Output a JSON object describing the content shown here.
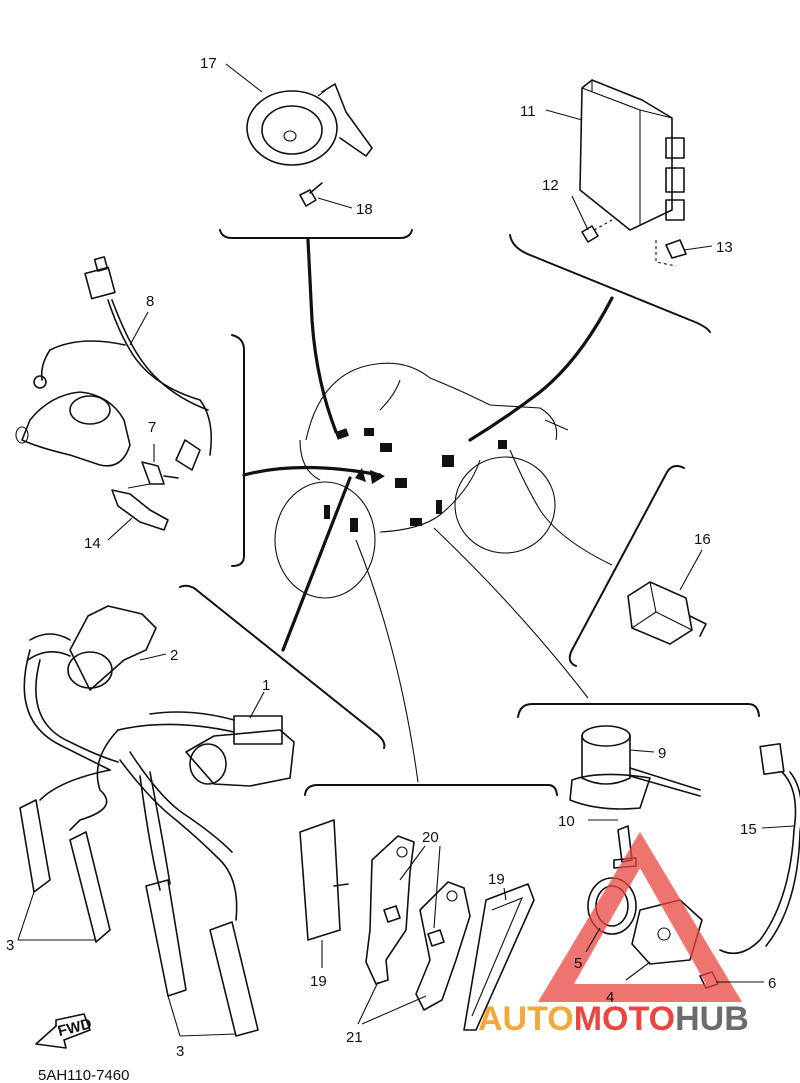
{
  "diagram": {
    "code": "5AH110-7460",
    "fwd_label": "FWD",
    "callouts": [
      {
        "id": "17",
        "text": "17"
      },
      {
        "id": "18",
        "text": "18"
      },
      {
        "id": "11",
        "text": "11"
      },
      {
        "id": "12",
        "text": "12"
      },
      {
        "id": "13",
        "text": "13"
      },
      {
        "id": "8",
        "text": "8"
      },
      {
        "id": "7",
        "text": "7"
      },
      {
        "id": "14",
        "text": "14"
      },
      {
        "id": "16",
        "text": "16"
      },
      {
        "id": "2",
        "text": "2"
      },
      {
        "id": "1",
        "text": "1"
      },
      {
        "id": "9",
        "text": "9"
      },
      {
        "id": "10",
        "text": "10"
      },
      {
        "id": "15",
        "text": "15"
      },
      {
        "id": "20",
        "text": "20"
      },
      {
        "id": "19a",
        "text": "19"
      },
      {
        "id": "19b",
        "text": "19"
      },
      {
        "id": "21",
        "text": "21"
      },
      {
        "id": "5",
        "text": "5"
      },
      {
        "id": "4",
        "text": "4"
      },
      {
        "id": "6",
        "text": "6"
      },
      {
        "id": "3a",
        "text": "3"
      },
      {
        "id": "3b",
        "text": "3"
      }
    ]
  },
  "watermark": {
    "text_auto": "AUTO",
    "text_moto": "MOTO",
    "text_hub": "HUB",
    "colors": {
      "triangle": "#e8473f",
      "auto": "#f2a93b",
      "moto": "#e8473f",
      "hub": "#6b6b6b"
    }
  }
}
